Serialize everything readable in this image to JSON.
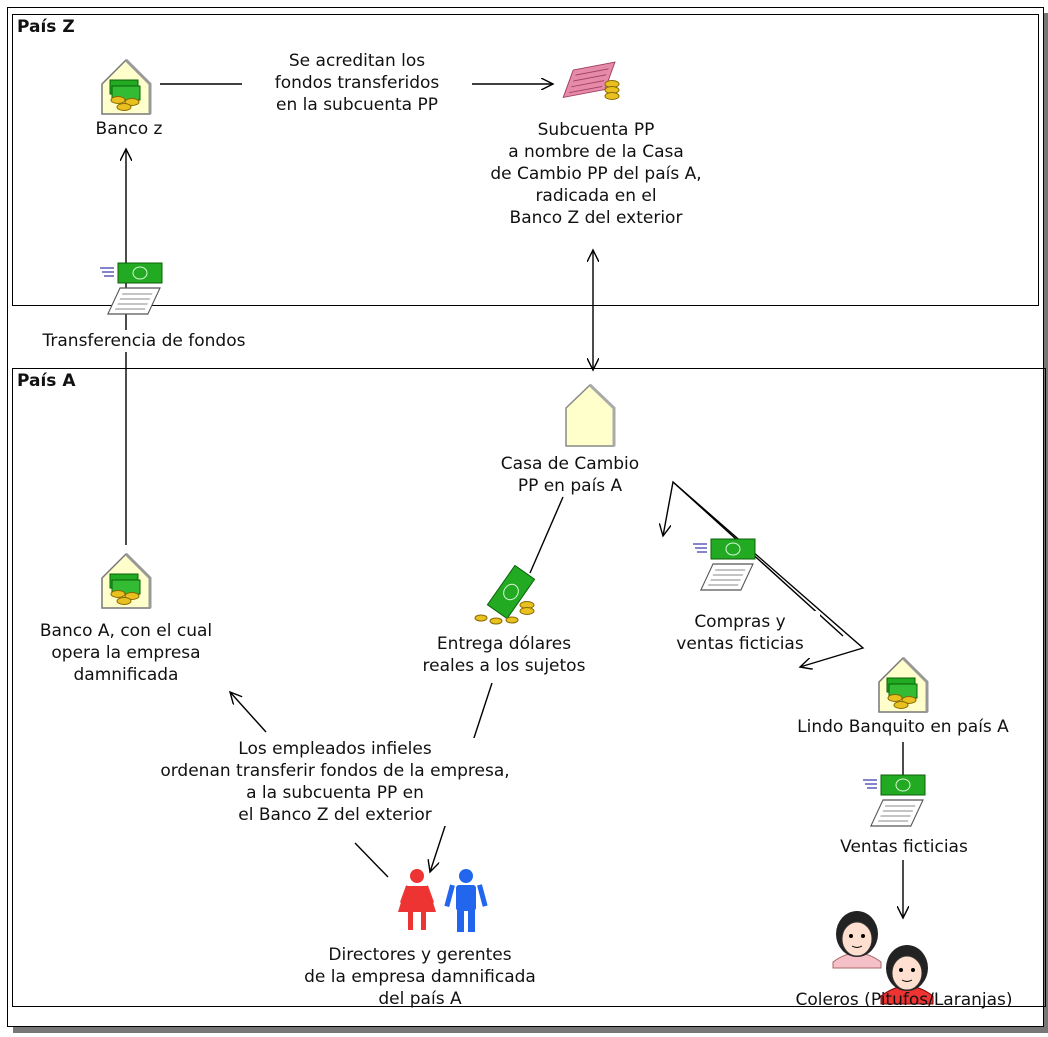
{
  "regions": {
    "zone_z": "País Z",
    "zone_a": "País A"
  },
  "labels": {
    "banco_z": "Banco z",
    "acreditan": "Se acreditan los\nfondos transferidos\nen la subcuenta PP",
    "subcuenta": "Subcuenta PP\na nombre de la Casa\nde Cambio PP del país A,\nradicada en el\nBanco Z del exterior",
    "transferencia": "Transferencia de fondos",
    "casa_cambio": "Casa de Cambio\nPP en país A",
    "banco_a": "Banco A, con el cual\nopera la empresa\ndamnificada",
    "entrega": "Entrega dólares\nreales a los sujetos",
    "compras": "Compras y\nventas ficticias",
    "lindo": "Lindo Banquito en país A",
    "empleados": "Los empleados infieles\nordenan transferir fondos de la empresa,\na la subcuenta PP en\nel Banco Z del exterior",
    "ventas": "Ventas ficticias",
    "directores": "Directores y gerentes\nde la empresa damnificada\ndel país A",
    "coleros": "Coleros (Pitufos/Laranjas)"
  },
  "icons": [
    "bank-building-icon",
    "money-transfer-icon",
    "ledger-coins-icon",
    "house-icon",
    "cash-coins-icon",
    "woman-icon",
    "man-icon",
    "person-face-icon"
  ],
  "colors": {
    "building_fill": "#ffffcc",
    "banknote": "#22aa22",
    "coin": "#e8c020",
    "ledger_pink": "#e58aa8",
    "woman": "#ee3333",
    "man": "#2266ee",
    "face_fill": "#ffe0d0"
  }
}
